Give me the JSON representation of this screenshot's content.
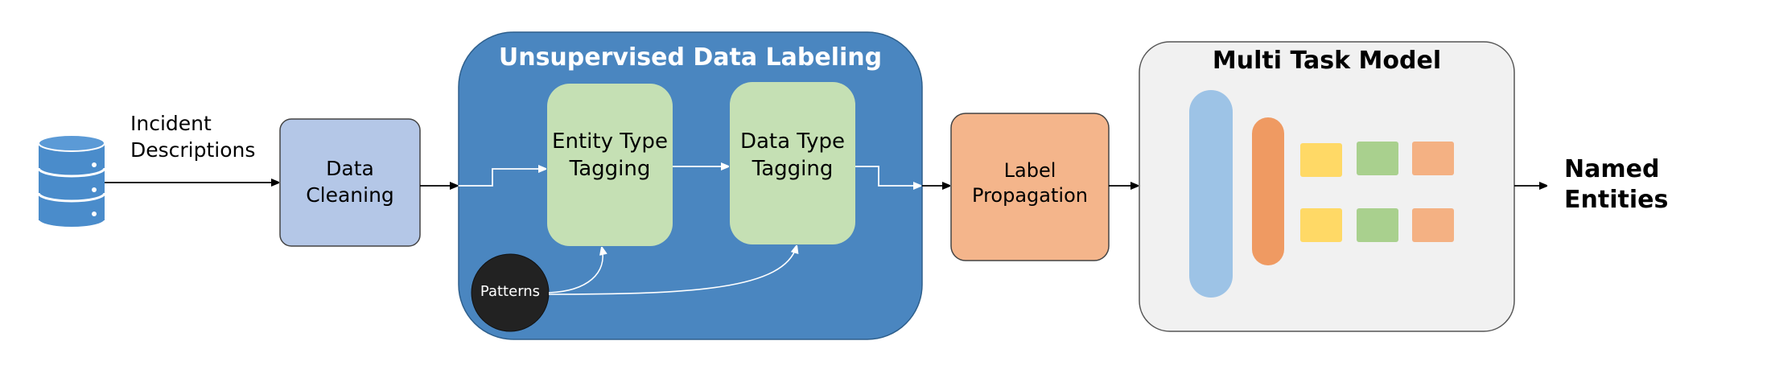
{
  "source_label": [
    "Incident",
    "Descriptions"
  ],
  "data_cleaning": [
    "Data",
    "Cleaning"
  ],
  "unsupervised": {
    "title": "Unsupervised Data Labeling",
    "entity_type": [
      "Entity Type",
      "Tagging"
    ],
    "data_type": [
      "Data Type",
      "Tagging"
    ],
    "patterns": "Patterns"
  },
  "label_propagation": [
    "Label",
    "Propagation"
  ],
  "model": {
    "title": "Multi Task Model"
  },
  "output_label": [
    "Named",
    "Entities"
  ],
  "colors": {
    "database": "#4a8ccb",
    "data_cleaning": "#b4c7e7",
    "unsupervised_bg": "#4a86c0",
    "tagging": "#c5e0b4",
    "patterns": "#222222",
    "label_propagation": "#f4b58b",
    "model_bg": "#f1f1f1",
    "bar_blue": "#9dc3e6",
    "bar_orange": "#ef9a62",
    "sq_yellow": "#ffd966",
    "sq_green": "#a9d08e",
    "sq_peach": "#f4b183"
  }
}
